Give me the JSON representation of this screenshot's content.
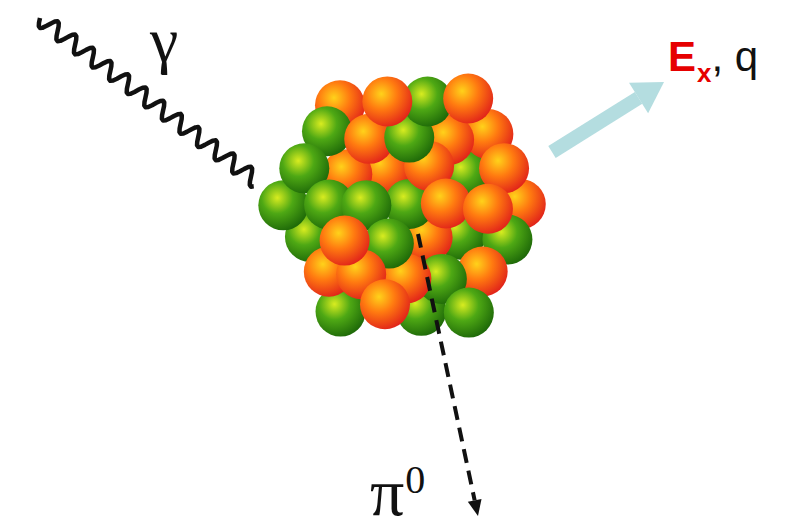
{
  "diagram": {
    "labels": [
      "γ",
      "E",
      "x",
      ", q",
      "π",
      "0"
    ]
  }
}
